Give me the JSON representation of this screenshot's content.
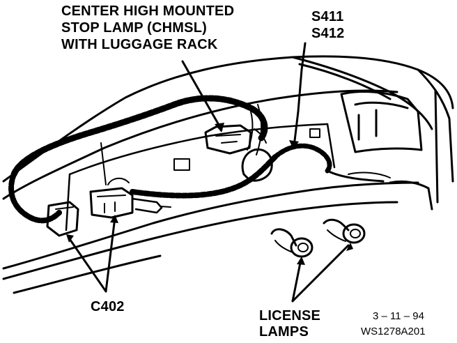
{
  "callouts": {
    "chmsl_line1": "CENTER HIGH MOUNTED",
    "chmsl_line2": "STOP LAMP (CHMSL)",
    "chmsl_line3": "WITH LUGGAGE RACK",
    "splice_1": "S411",
    "splice_2": "S412",
    "connector": "C402",
    "license_line1": "LICENSE",
    "license_line2": "LAMPS"
  },
  "figure_info": {
    "date": "3 – 11 – 94",
    "figure_id": "WS1278A201"
  },
  "colors": {
    "ink": "#000000",
    "paper": "#ffffff"
  }
}
